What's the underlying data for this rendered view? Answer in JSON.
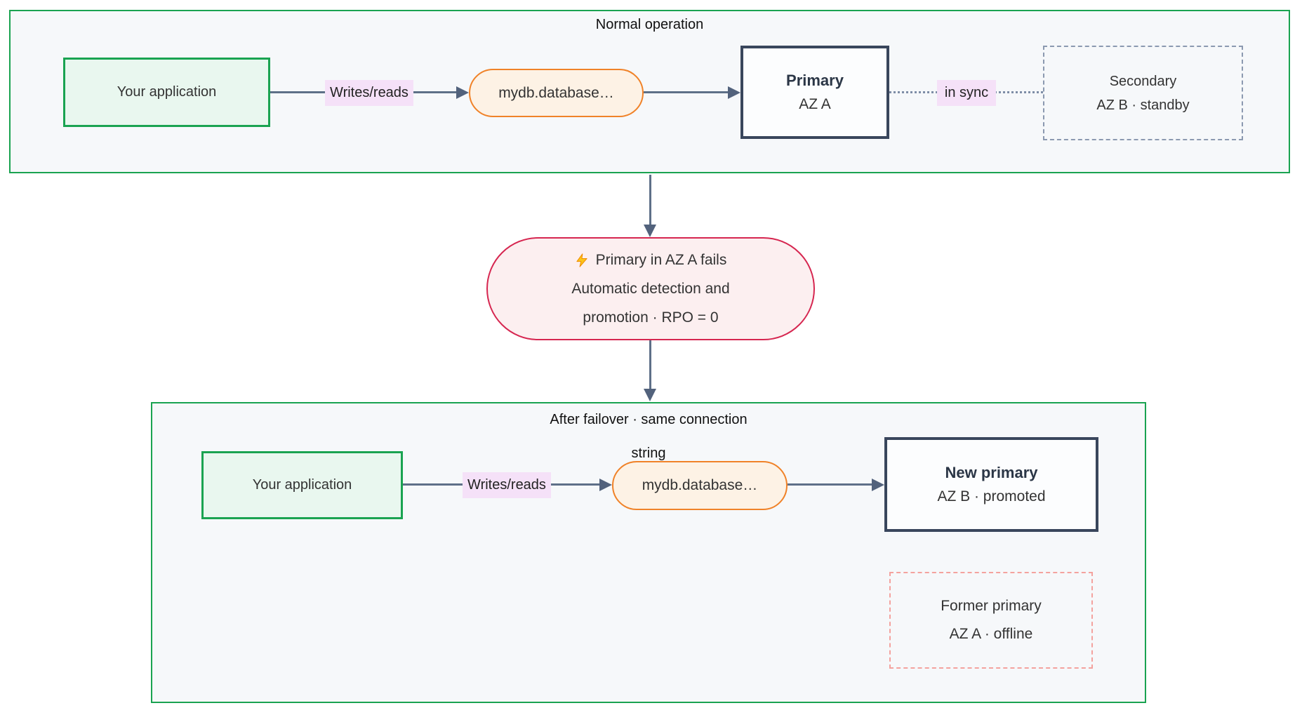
{
  "colors": {
    "green_border": "#1aa351",
    "green_fill": "#e9f7ef",
    "orange_border": "#f08228",
    "orange_fill": "#fdf2e5",
    "slate_border": "#39465c",
    "slate_fill": "#fcfdfe",
    "crimson_border": "#d62650",
    "crimson_fill": "#fceff0",
    "label_lavender": "#f5e1f8",
    "container_fill": "#f6f8fa",
    "dashed_gray": "#8b99b0",
    "dashed_red": "#f4a29e",
    "edge_gray": "#5e7088",
    "bolt_gold": "#fcc419"
  },
  "normal_section": {
    "title": "Normal operation",
    "app": "Your application",
    "writes_reads": "Writes/reads",
    "endpoint": "mydb.database…",
    "primary_title": "Primary",
    "primary_sub": "AZ A",
    "in_sync": "in sync",
    "secondary_title": "Secondary",
    "secondary_sub": "AZ B · standby"
  },
  "failover_event": {
    "line1": "Primary in AZ A fails",
    "line2": "Automatic detection and",
    "line3": "promotion · RPO = 0"
  },
  "failover_section": {
    "title_line1": "After failover · same connection",
    "title_line2": "string",
    "app": "Your application",
    "writes_reads": "Writes/reads",
    "endpoint": "mydb.database…",
    "new_primary_title": "New primary",
    "new_primary_sub": "AZ B · promoted",
    "former_primary_title": "Former primary",
    "former_primary_sub": "AZ A · offline"
  }
}
